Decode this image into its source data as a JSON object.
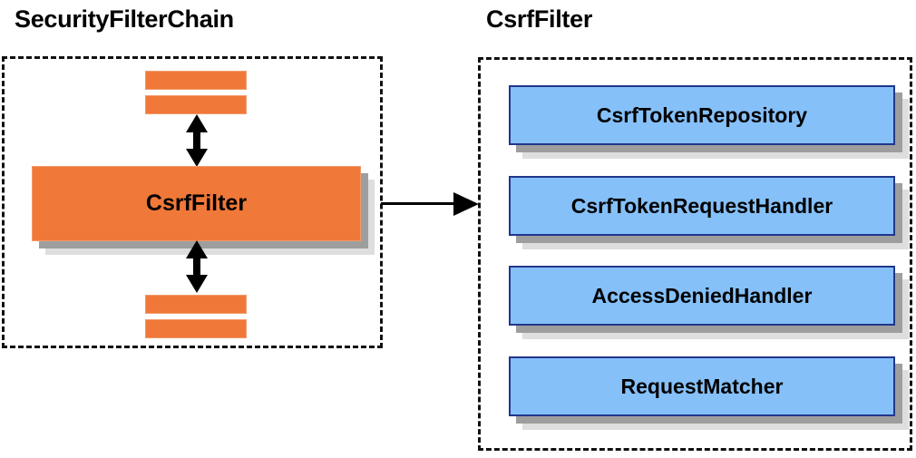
{
  "diagram": {
    "type": "architecture-block-diagram",
    "background": "#ffffff",
    "colors": {
      "orange_fill": "#f07838",
      "orange_border": "#f29b6a",
      "blue_fill": "#85c0f9",
      "blue_border": "#21368c",
      "shadow_dark": "#9e9e9e",
      "shadow_light": "#dedede",
      "outline": "#111111",
      "text": "#000000"
    }
  },
  "left_panel": {
    "title": "SecurityFilterChain",
    "main_block": {
      "label": "CsrfFilter"
    },
    "top_bars": [
      {
        "name": "filter-bar-1"
      },
      {
        "name": "filter-bar-2"
      }
    ],
    "bottom_bars": [
      {
        "name": "filter-bar-3"
      },
      {
        "name": "filter-bar-4"
      }
    ],
    "arrows": [
      {
        "name": "up-down-arrow-top",
        "direction": "bidirectional-vertical"
      },
      {
        "name": "up-down-arrow-bottom",
        "direction": "bidirectional-vertical"
      }
    ]
  },
  "connector": {
    "name": "left-to-right-arrow",
    "direction": "right"
  },
  "right_panel": {
    "title": "CsrfFilter",
    "components": [
      {
        "label": "CsrfTokenRepository"
      },
      {
        "label": "CsrfTokenRequestHandler"
      },
      {
        "label": "AccessDeniedHandler"
      },
      {
        "label": "RequestMatcher"
      }
    ]
  }
}
